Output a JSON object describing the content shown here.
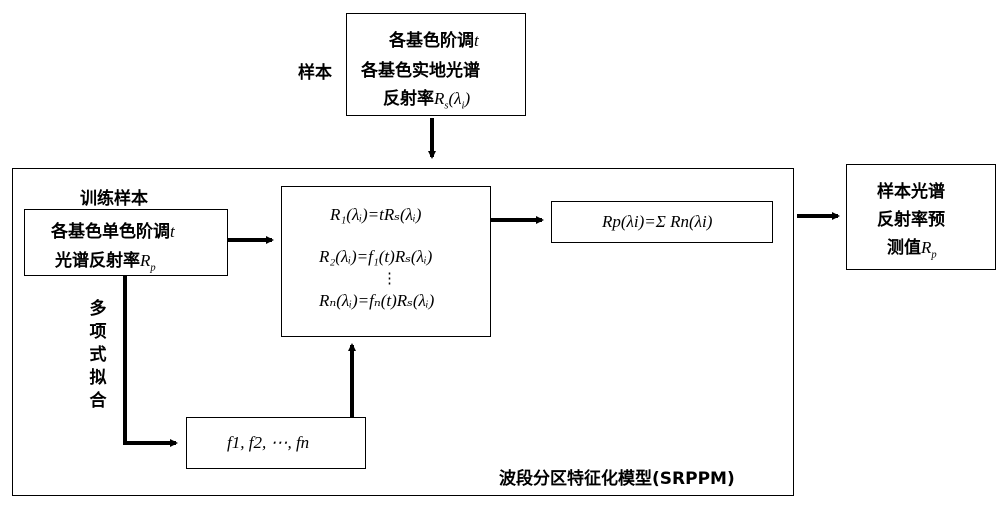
{
  "top_box": {
    "line1_text": "各基色阶调",
    "line1_var": "t",
    "line2": "各基色实地光谱",
    "line3_text": "反射率",
    "line3_var": "R",
    "line3_sub": "s",
    "line3_arg": "(λ",
    "line3_arg_sub": "i",
    "line3_close": ")"
  },
  "sample_label": "样本",
  "outer_box": {
    "title": "波段分区特征化模型(SRPPM)"
  },
  "training": {
    "label": "训练样本",
    "line1_text": "各基色单色阶调",
    "line1_var": "t",
    "line2_text": "光谱反射率",
    "line2_var": "R",
    "line2_sub": "p"
  },
  "fit_label": [
    "多",
    "项",
    "式",
    "拟",
    "合"
  ],
  "equations": {
    "eq1": "R₁(λᵢ)=tRₛ(λᵢ)",
    "eq2": "R₂(λᵢ)=f₁(t)Rₛ(λᵢ)",
    "dots": "⋮",
    "eqn": "Rₙ(λᵢ)=fₙ(t)Rₛ(λᵢ)"
  },
  "sum_eq": "Rp(λi)=Σ Rn(λi)",
  "f_list": "f1, f2, ⋯, fn",
  "result_box": {
    "line1": "样本光谱",
    "line2": "反射率预",
    "line3_text": "测值",
    "line3_var": "R",
    "line3_sub": "p"
  }
}
